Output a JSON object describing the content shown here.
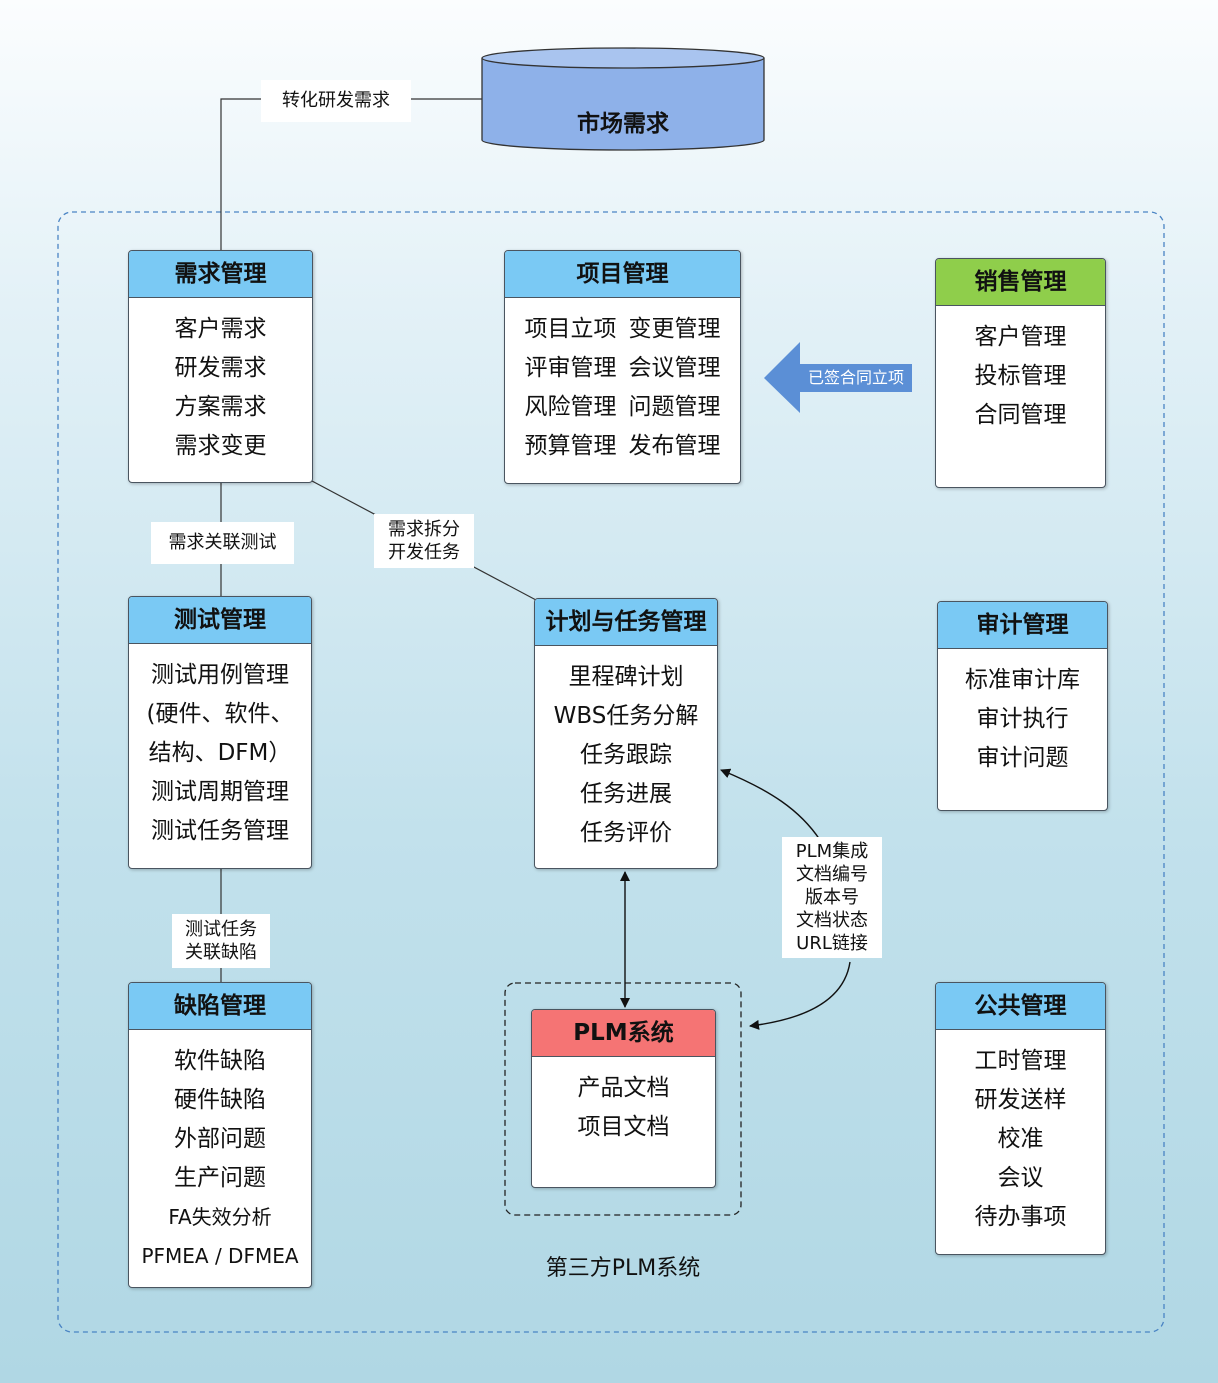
{
  "market": {
    "title": "市场需求"
  },
  "labels": {
    "convert": "转化研发需求",
    "req_test": "需求关联测试",
    "req_split": [
      "需求拆分",
      "开发任务"
    ],
    "test_defect": [
      "测试任务",
      "关联缺陷"
    ],
    "contract": "已签合同立项",
    "plm_integration": [
      "PLM集成",
      "文档编号",
      "版本号",
      "文档状态",
      "URL链接"
    ],
    "third_party": "第三方PLM系统"
  },
  "boxes": {
    "requirements": {
      "title": "需求管理",
      "items": [
        "客户需求",
        "研发需求",
        "方案需求",
        "需求变更"
      ]
    },
    "project": {
      "title": "项目管理",
      "items": [
        "项目立项",
        "变更管理",
        "评审管理",
        "会议管理",
        "风险管理",
        "问题管理",
        "预算管理",
        "发布管理"
      ]
    },
    "sales": {
      "title": "销售管理",
      "items": [
        "客户管理",
        "投标管理",
        "合同管理"
      ]
    },
    "testing": {
      "title": "测试管理",
      "items": [
        "测试用例管理",
        "(硬件、软件、",
        "结构、DFM）",
        "测试周期管理",
        "测试任务管理"
      ]
    },
    "plan": {
      "title": "计划与任务管理",
      "items": [
        "里程碑计划",
        "WBS任务分解",
        "任务跟踪",
        "任务进展",
        "任务评价"
      ]
    },
    "audit": {
      "title": "审计管理",
      "items": [
        "标准审计库",
        "审计执行",
        "审计问题"
      ]
    },
    "defect": {
      "title": "缺陷管理",
      "items": [
        "软件缺陷",
        "硬件缺陷",
        "外部问题",
        "生产问题",
        "FA失效分析",
        "PFMEA / DFMEA"
      ]
    },
    "plm": {
      "title": "PLM系统",
      "items": [
        "产品文档",
        "项目文档"
      ]
    },
    "public": {
      "title": "公共管理",
      "items": [
        "工时管理",
        "研发送样",
        "校准",
        "会议",
        "待办事项"
      ]
    }
  },
  "colors": {
    "header_blue": "#7ac9f4",
    "header_green": "#8fce4b",
    "header_red": "#f57474",
    "database": "#8eb1e9",
    "arrow": "#5b8fd6"
  }
}
